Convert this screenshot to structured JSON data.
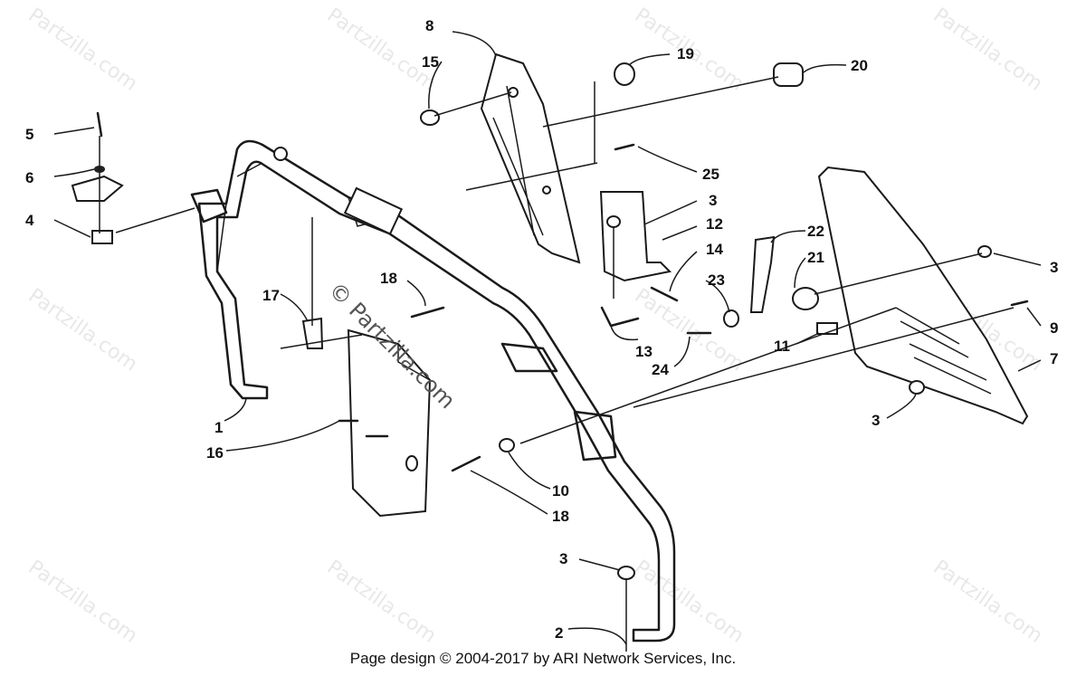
{
  "diagram": {
    "watermark_text": "Partzilla.com",
    "center_watermark": "© Partzilla.com",
    "footer": "Page design © 2004-2017 by ARI Network Services, Inc.",
    "callouts": {
      "c1": "1",
      "c2": "2",
      "c3a": "3",
      "c3b": "3",
      "c3c": "3",
      "c3d": "3",
      "c4": "4",
      "c5": "5",
      "c6": "6",
      "c7": "7",
      "c8": "8",
      "c9": "9",
      "c10": "10",
      "c11": "11",
      "c12": "12",
      "c13": "13",
      "c14": "14",
      "c15": "15",
      "c16": "16",
      "c17": "17",
      "c18a": "18",
      "c18b": "18",
      "c19": "19",
      "c20": "20",
      "c21": "21",
      "c22": "22",
      "c23": "23",
      "c24": "24",
      "c25": "25"
    }
  }
}
